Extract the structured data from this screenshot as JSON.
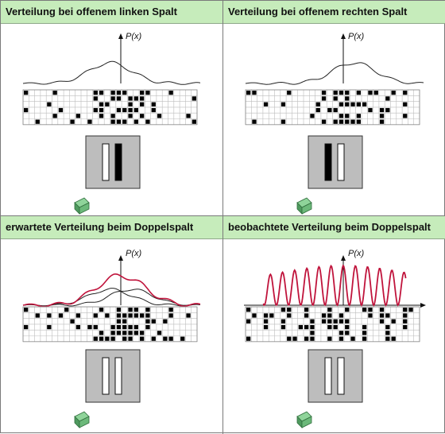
{
  "panels": [
    {
      "id": "left-slit",
      "title": "Verteilung bei offenem linken Spalt",
      "curve": "left",
      "slits": [
        "open",
        "closed"
      ]
    },
    {
      "id": "right-slit",
      "title": "Verteilung bei offenem rechten Spalt",
      "curve": "right",
      "slits": [
        "closed",
        "open"
      ]
    },
    {
      "id": "expected",
      "title": "erwartete Verteilung beim Doppelspalt",
      "curve": "sum",
      "slits": [
        "open",
        "open"
      ]
    },
    {
      "id": "observed",
      "title": "beobachtete Verteilung beim Doppelspalt",
      "curve": "interference",
      "slits": [
        "open",
        "open"
      ]
    }
  ],
  "axis_label": "P(x)",
  "colors": {
    "header_bg": "#c6ecbb",
    "curve": "#222222",
    "interference_curve": "#c0143c",
    "hit": "#000000",
    "grid_line": "#bdbdbd",
    "slit_plate": "#bdbdbd",
    "source": "#5fae72"
  },
  "icons": {
    "source": "particle-source-icon",
    "screen": "detector-screen-icon",
    "plate": "slit-plate-icon"
  }
}
